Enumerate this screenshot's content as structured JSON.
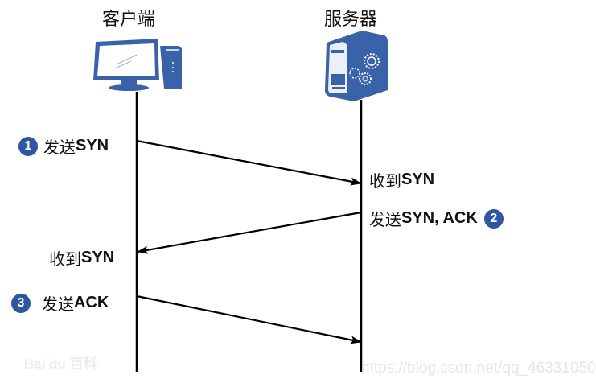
{
  "participants": {
    "client": {
      "title": "客户端",
      "icon": "desktop-computer-icon"
    },
    "server": {
      "title": "服务器",
      "icon": "server-gears-icon"
    }
  },
  "steps": [
    {
      "number": "1",
      "direction": "client-to-server",
      "send_label": {
        "cn": "发送",
        "en": "SYN"
      },
      "receive_label": {
        "cn": "收到",
        "en": "SYN"
      }
    },
    {
      "number": "2",
      "direction": "server-to-client",
      "send_label": {
        "cn": "发送",
        "en": "SYN, ACK"
      },
      "receive_label": {
        "cn": "收到",
        "en": "SYN"
      }
    },
    {
      "number": "3",
      "direction": "client-to-server",
      "send_label": {
        "cn": "发送",
        "en": "ACK"
      }
    }
  ],
  "colors": {
    "badge": "#2f56a0",
    "icon_blue": "#3a62a8",
    "line": "#000000"
  },
  "watermarks": {
    "left": "Bai du 百科",
    "right": "https://blog.csdn.net/qq_46331050"
  }
}
